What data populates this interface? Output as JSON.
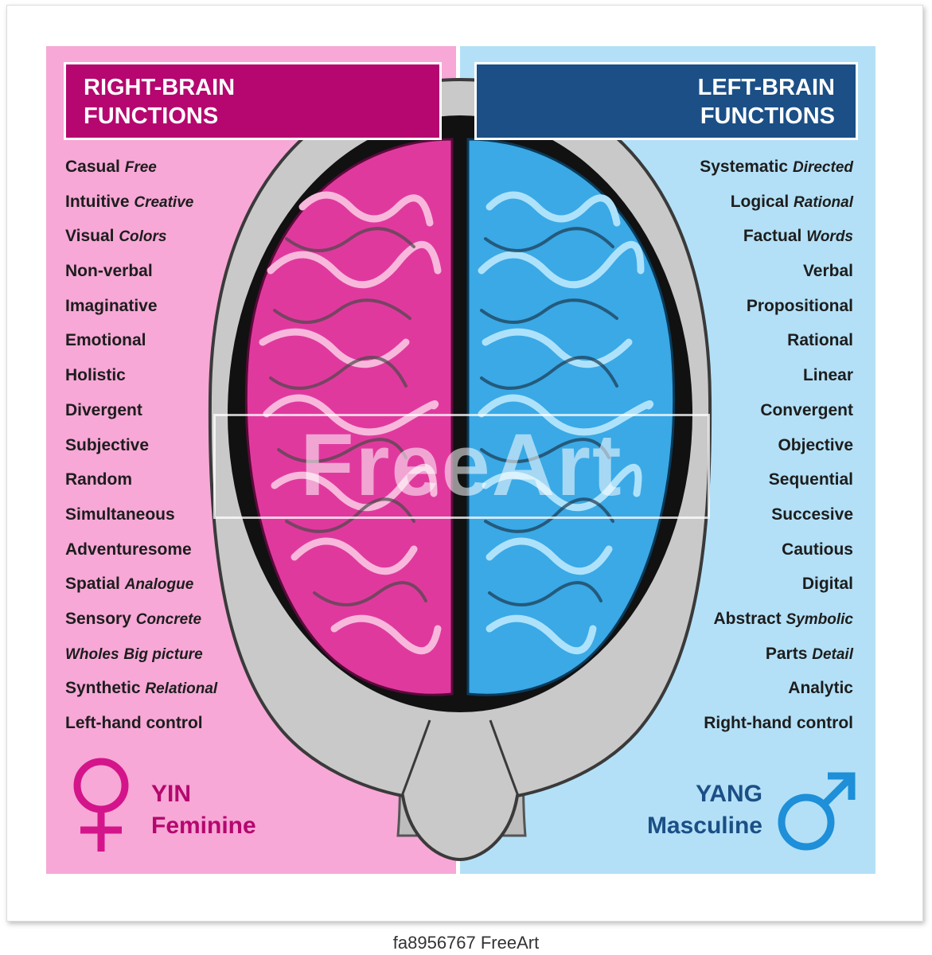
{
  "left_panel": {
    "title_line1": "RIGHT-BRAIN",
    "title_line2": "FUNCTIONS",
    "items": [
      {
        "main": "Casual",
        "sub": "Free"
      },
      {
        "main": "Intuitive",
        "sub": "Creative"
      },
      {
        "main": "Visual",
        "sub": "Colors"
      },
      {
        "main": "Non-verbal",
        "sub": ""
      },
      {
        "main": "Imaginative",
        "sub": ""
      },
      {
        "main": "Emotional",
        "sub": ""
      },
      {
        "main": "Holistic",
        "sub": ""
      },
      {
        "main": "Divergent",
        "sub": ""
      },
      {
        "main": "Subjective",
        "sub": ""
      },
      {
        "main": "Random",
        "sub": ""
      },
      {
        "main": "Simultaneous",
        "sub": ""
      },
      {
        "main": "Adventuresome",
        "sub": ""
      },
      {
        "main": "Spatial",
        "sub": "Analogue"
      },
      {
        "main": "Sensory",
        "sub": "Concrete"
      },
      {
        "main": "Wholes",
        "sub": "Big picture"
      },
      {
        "main": "Synthetic",
        "sub": "Relational"
      },
      {
        "main": "Left-hand control",
        "sub": ""
      }
    ],
    "symbol_line1": "YIN",
    "symbol_line2": "Feminine",
    "symbol_icon": "venus-symbol-icon",
    "panel_color": "#f7a8d6",
    "accent_color": "#b5076f"
  },
  "right_panel": {
    "title_line1": "LEFT-BRAIN",
    "title_line2": "FUNCTIONS",
    "items": [
      {
        "main": "Systematic",
        "sub": "Directed"
      },
      {
        "main": "Logical",
        "sub": "Rational"
      },
      {
        "main": "Factual",
        "sub": "Words"
      },
      {
        "main": "Verbal",
        "sub": ""
      },
      {
        "main": "Propositional",
        "sub": ""
      },
      {
        "main": "Rational",
        "sub": ""
      },
      {
        "main": "Linear",
        "sub": ""
      },
      {
        "main": "Convergent",
        "sub": ""
      },
      {
        "main": "Objective",
        "sub": ""
      },
      {
        "main": "Sequential",
        "sub": ""
      },
      {
        "main": "Succesive",
        "sub": ""
      },
      {
        "main": "Cautious",
        "sub": ""
      },
      {
        "main": "Digital",
        "sub": ""
      },
      {
        "main": "Abstract",
        "sub": "Symbolic"
      },
      {
        "main": "Parts",
        "sub": "Detail"
      },
      {
        "main": "Analytic",
        "sub": ""
      },
      {
        "main": "Right-hand control",
        "sub": ""
      }
    ],
    "symbol_line1": "YANG",
    "symbol_line2": "Masculine",
    "symbol_icon": "mars-symbol-icon",
    "panel_color": "#b3e0f7",
    "accent_color": "#1b4f86"
  },
  "brain": {
    "right_hemisphere_color": "#e0399e",
    "left_hemisphere_color": "#3aa9e6",
    "head_color": "#c9c9c9"
  },
  "watermark": "FreeArt",
  "caption": "fa8956767 FreeArt"
}
